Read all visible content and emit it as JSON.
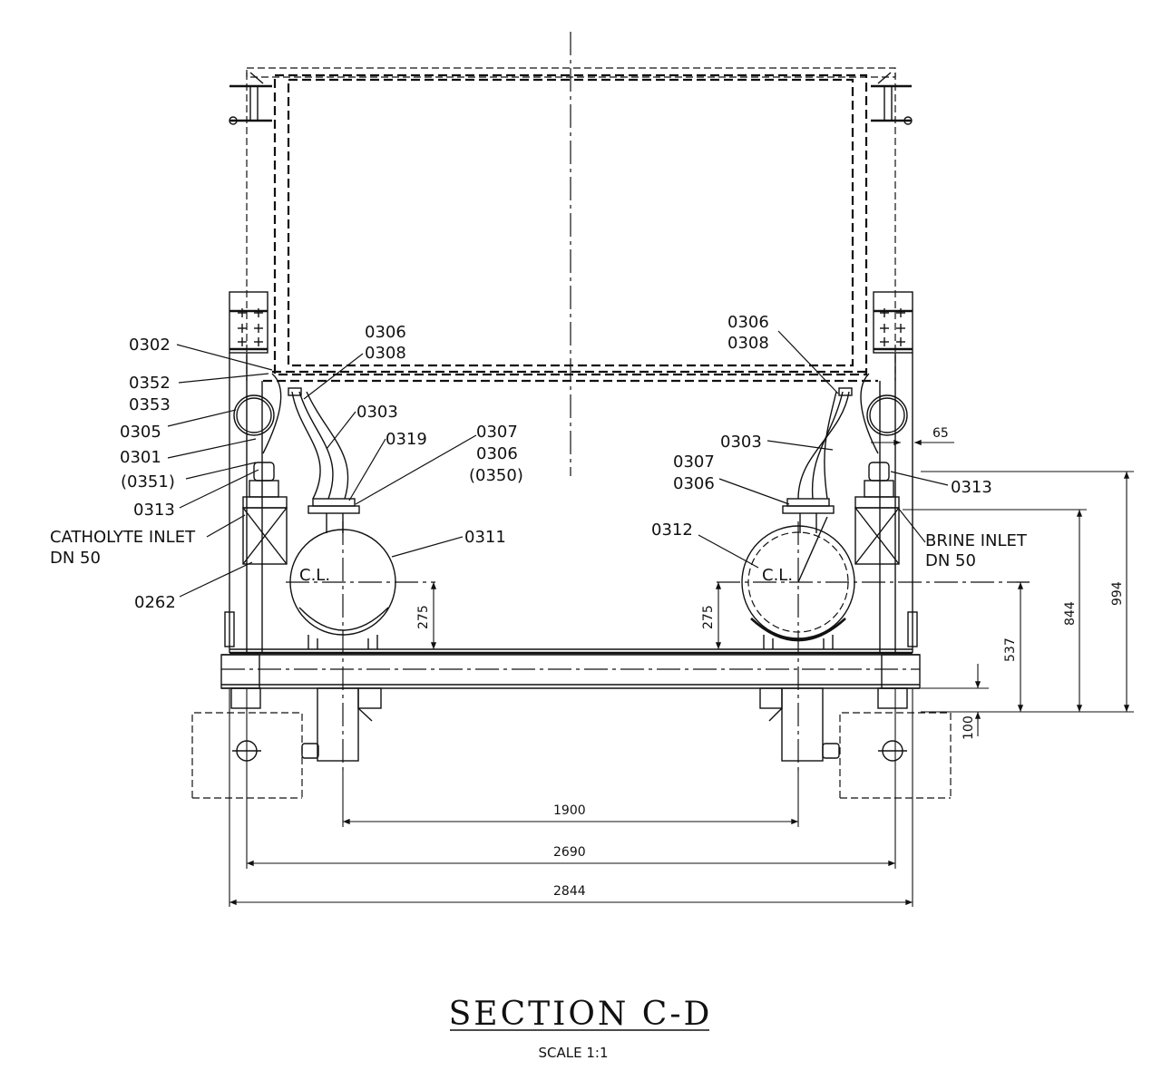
{
  "title": "SECTION C-D",
  "scale": "SCALE 1:1",
  "callouts_left": {
    "c0302": "0302",
    "c0352": "0352",
    "c0353": "0353",
    "c0305": "0305",
    "c0301": "0301",
    "c0351": "(0351)",
    "c0313": "0313",
    "catholyte_1": "CATHOLYTE INLET",
    "catholyte_2": "DN 50",
    "c0262": "0262",
    "c0306": "0306",
    "c0308": "0308",
    "c0303": "0303",
    "c0319": "0319",
    "c0307b": "0307",
    "c0306b": "0306",
    "c0350": "(0350)",
    "c0311": "0311",
    "cl": "C.L."
  },
  "callouts_right": {
    "c0306": "0306",
    "c0308": "0308",
    "c0303": "0303",
    "c0307": "0307",
    "c0306b": "0306",
    "c0312": "0312",
    "c0313": "0313",
    "brine_1": "BRINE INLET",
    "brine_2": "DN 50",
    "cl": "C.L."
  },
  "dimensions": {
    "d65": "65",
    "d994": "994",
    "d844": "844",
    "d537": "537",
    "d100": "100",
    "d275_left": "275",
    "d275_right": "275",
    "d1900": "1900",
    "d2690": "2690",
    "d2844": "2844"
  }
}
